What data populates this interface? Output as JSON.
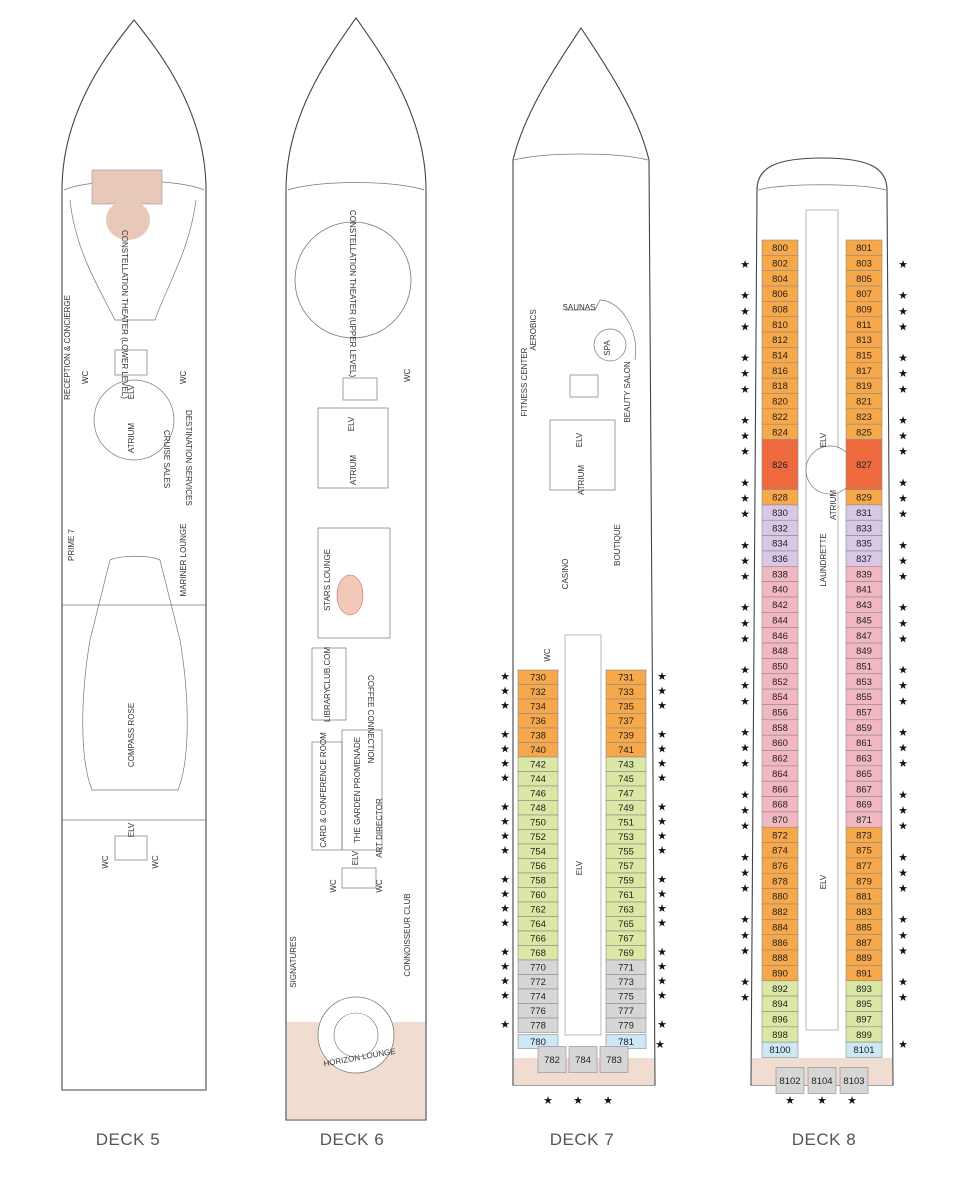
{
  "decks": [
    {
      "name": "DECK 5",
      "labels": [
        "CONSTELLATION THEATER (LOWER LEVEL)",
        "RECEPTION & CONCIERGE",
        "WC",
        "ELV",
        "WC",
        "ATRIUM",
        "CRUISE SALES",
        "DESTINATION SERVICES",
        "PRIME 7",
        "MARINER LOUNGE",
        "COMPASS ROSE",
        "ELV",
        "WC",
        "WC"
      ]
    },
    {
      "name": "DECK 6",
      "labels": [
        "CONSTELLATION THEATER (UPPER LEVEL)",
        "WC",
        "ELV",
        "ATRIUM",
        "STARS LOUNGE",
        "LIBRARY",
        "CLUB.COM",
        "COFFEE CONNECTION",
        "CARD & CONFERENCE ROOM",
        "THE GARDEN PROMENADE",
        "ART DIRECTOR",
        "ELV",
        "WC",
        "WC",
        "CONNOISSEUR CLUB",
        "SIGNATURES",
        "HORIZON LOUNGE"
      ]
    },
    {
      "name": "DECK 7",
      "labels": [
        "AEROBICS",
        "SAUNAS",
        "SPA",
        "FITNESS CENTER",
        "BEAUTY SALON",
        "ELV",
        "ATRIUM",
        "CASINO",
        "BOUTIQUE",
        "WC",
        "ELV"
      ],
      "cabins": [
        "730",
        "731",
        "732",
        "733",
        "734",
        "735",
        "736",
        "737",
        "738",
        "739",
        "740",
        "741",
        "742",
        "743",
        "744",
        "745",
        "746",
        "747",
        "748",
        "749",
        "750",
        "751",
        "752",
        "753",
        "754",
        "755",
        "756",
        "757",
        "758",
        "759",
        "760",
        "761",
        "762",
        "763",
        "764",
        "765",
        "766",
        "767",
        "768",
        "769",
        "770",
        "771",
        "772",
        "773",
        "774",
        "775",
        "776",
        "777",
        "778",
        "779",
        "780",
        "781",
        "782",
        "784",
        "783"
      ]
    },
    {
      "name": "DECK 8",
      "labels": [
        "ELV",
        "ATRIUM",
        "LAUNDRETTE",
        "ELV"
      ],
      "cabins": [
        "800",
        "801",
        "802",
        "803",
        "804",
        "805",
        "806",
        "807",
        "808",
        "809",
        "810",
        "811",
        "812",
        "813",
        "814",
        "815",
        "816",
        "817",
        "818",
        "819",
        "820",
        "821",
        "822",
        "823",
        "824",
        "825",
        "826",
        "827",
        "828",
        "829",
        "830",
        "831",
        "832",
        "833",
        "834",
        "835",
        "836",
        "837",
        "838",
        "839",
        "840",
        "841",
        "842",
        "843",
        "844",
        "845",
        "846",
        "847",
        "848",
        "849",
        "850",
        "851",
        "852",
        "853",
        "854",
        "855",
        "856",
        "857",
        "858",
        "859",
        "860",
        "861",
        "862",
        "863",
        "864",
        "865",
        "866",
        "867",
        "868",
        "869",
        "870",
        "871",
        "872",
        "873",
        "874",
        "875",
        "876",
        "877",
        "878",
        "879",
        "880",
        "881",
        "882",
        "883",
        "884",
        "885",
        "886",
        "887",
        "888",
        "889",
        "890",
        "891",
        "892",
        "893",
        "894",
        "895",
        "896",
        "897",
        "898",
        "899",
        "8100",
        "8101",
        "8102",
        "8104",
        "8103"
      ]
    }
  ],
  "colors": {
    "orange": "#f7a84a",
    "red": "#ef6a3e",
    "lavender": "#d8c8e6",
    "pink": "#f2b8c2",
    "green": "#dbe7a4",
    "gray": "#d6d6d6",
    "blue": "#cde7f5",
    "deck_wood": "#f1dcd2"
  }
}
